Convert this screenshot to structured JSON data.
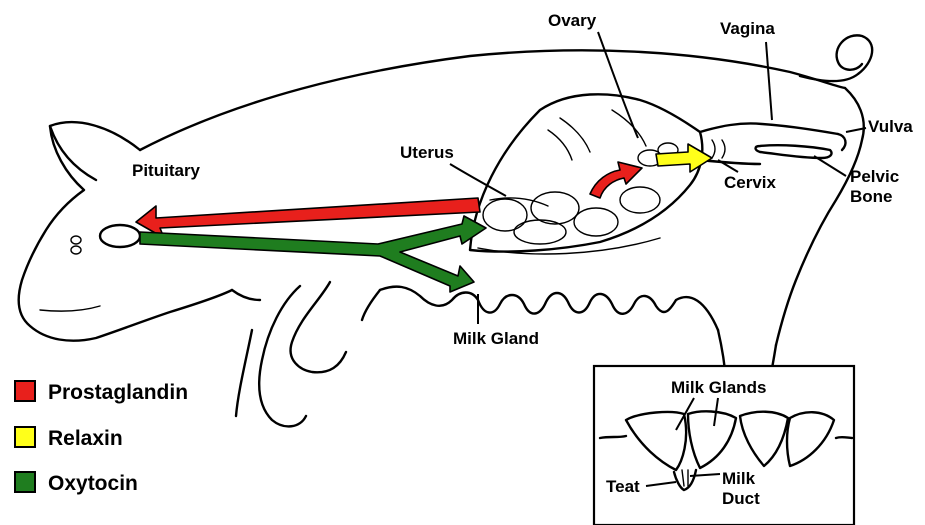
{
  "labels": {
    "ovary": "Ovary",
    "vagina": "Vagina",
    "vulva": "Vulva",
    "uterus": "Uterus",
    "pituitary": "Pituitary",
    "cervix": "Cervix",
    "pelvic_bone_line1": "Pelvic",
    "pelvic_bone_line2": "Bone",
    "milk_gland": "Milk Gland"
  },
  "inset": {
    "milk_glands": "Milk Glands",
    "teat": "Teat",
    "milk_duct_line1": "Milk",
    "milk_duct_line2": "Duct"
  },
  "legend": [
    {
      "name": "prostaglandin",
      "label": "Prostaglandin",
      "color": "#e8201c"
    },
    {
      "name": "relaxin",
      "label": "Relaxin",
      "color": "#ffff1a"
    },
    {
      "name": "oxytocin",
      "label": "Oxytocin",
      "color": "#1f7d1f"
    }
  ],
  "colors": {
    "prostaglandin": "#e8201c",
    "relaxin": "#ffff1a",
    "oxytocin": "#1f7d1f",
    "outline": "#000000"
  }
}
